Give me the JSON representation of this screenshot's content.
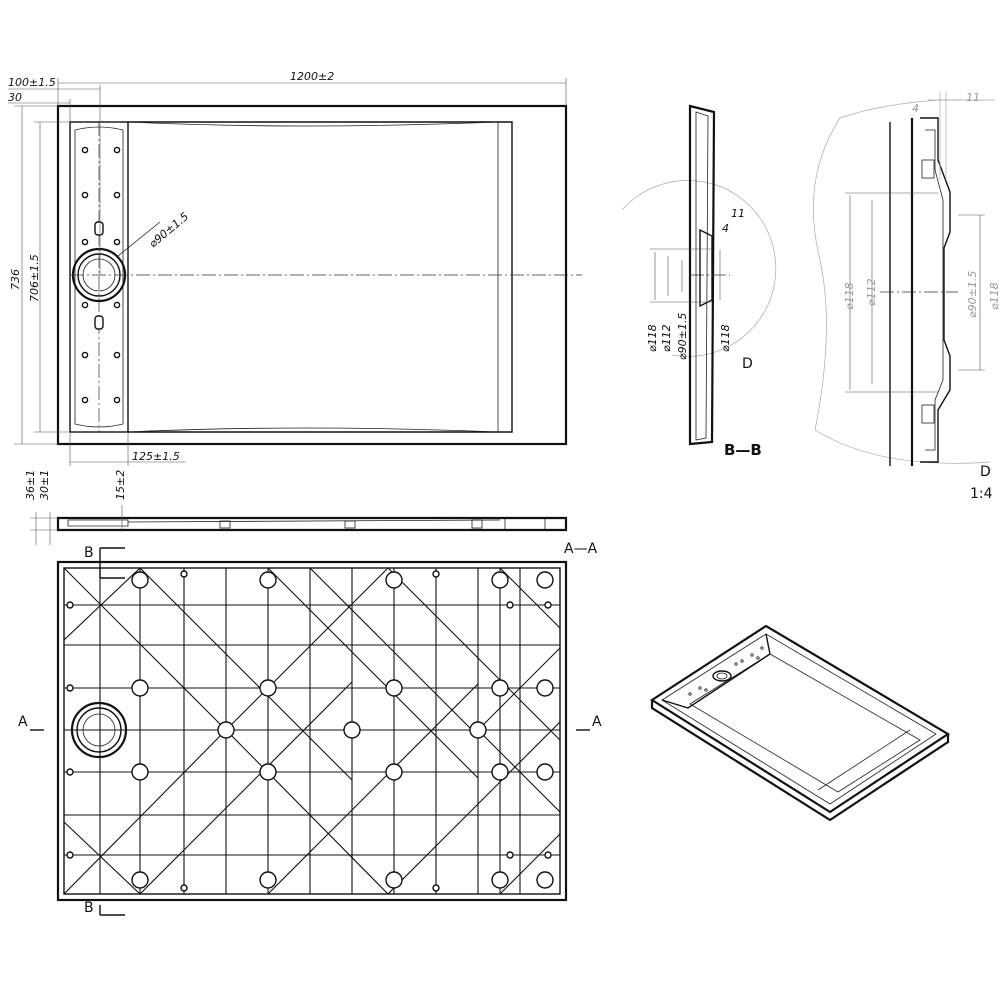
{
  "top_view": {
    "dims": {
      "offset_100": "100±1.5",
      "offset_30": "30",
      "length": "1200±2",
      "drain_dia": "⌀90±1.5",
      "inner_h": "706±1.5",
      "height": "736",
      "offset_125": "125±1.5"
    }
  },
  "side_view": {
    "dims": {
      "h36": "36±1",
      "h30": "30±1",
      "d15": "15±2"
    },
    "label": "A—A"
  },
  "section_bb": {
    "dims": {
      "d11": "11",
      "d4": "4",
      "dia118a": "⌀118",
      "dia112": "⌀112",
      "dia90": "⌀90±1.5",
      "dia118b": "⌀118"
    },
    "detail_marker": "D",
    "label": "B—B"
  },
  "detail_d": {
    "dims": {
      "d4": "4",
      "d11": "11",
      "dia118a": "⌀118",
      "dia112": "⌀112",
      "dia90": "⌀90±1.5",
      "dia118b": "⌀118"
    },
    "label": "D",
    "scale": "1:4"
  },
  "bottom_view": {
    "markers": {
      "b_top": "B",
      "b_bottom": "B",
      "a_left": "A",
      "a_right": "A"
    }
  }
}
